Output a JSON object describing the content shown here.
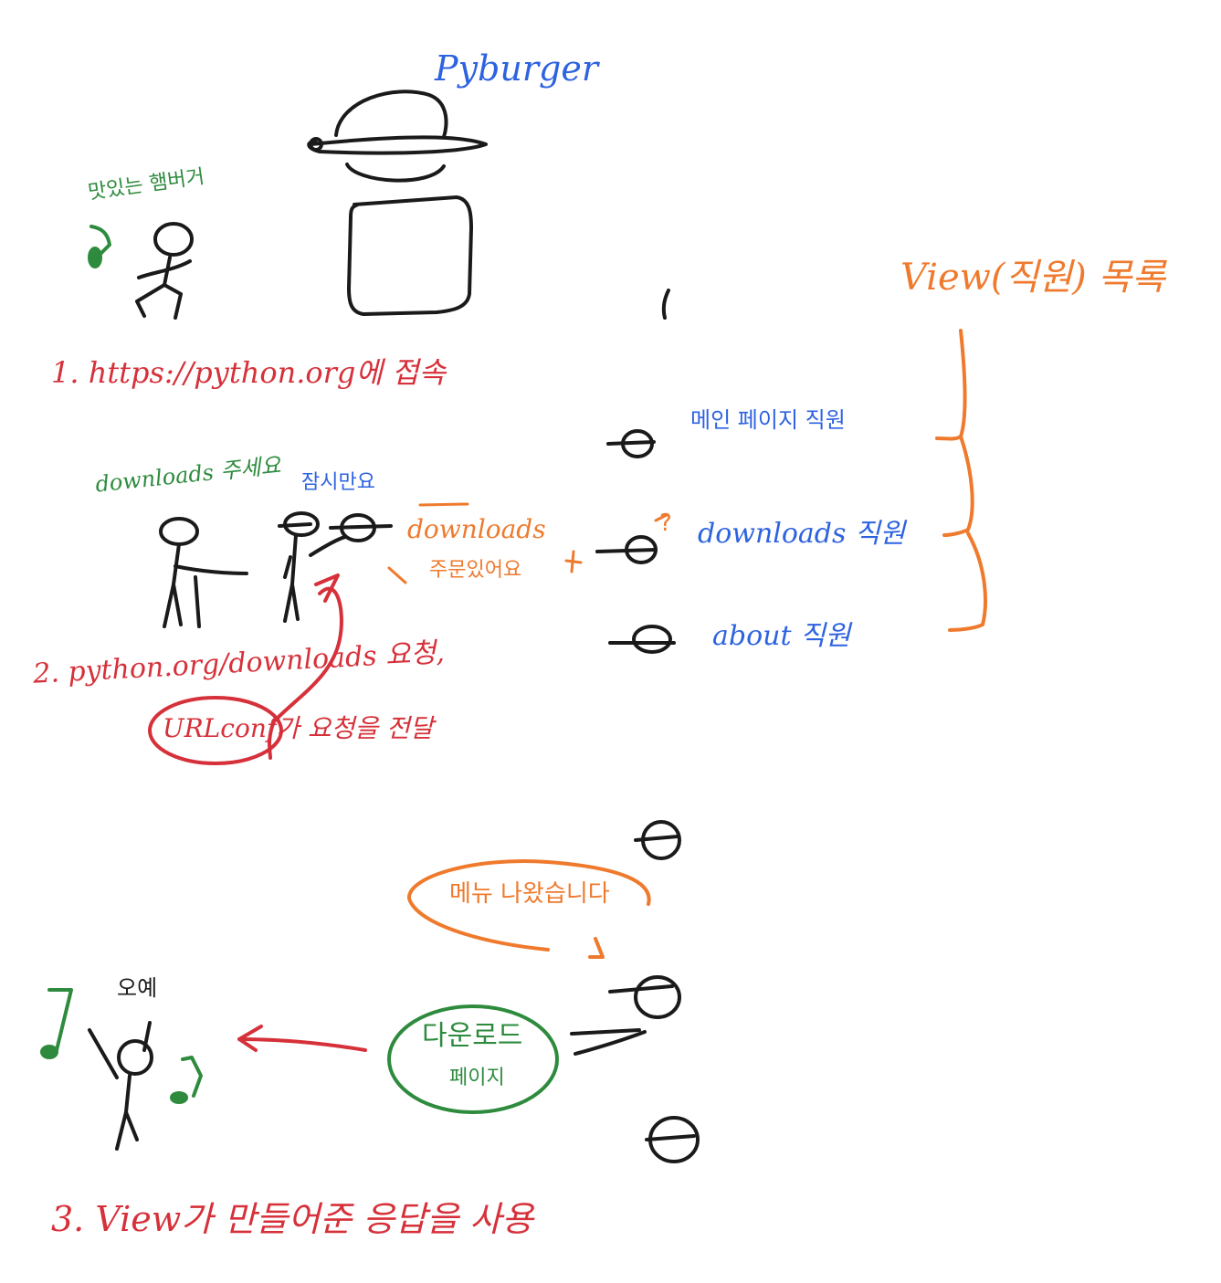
{
  "colors": {
    "ink": "#1a1a1a",
    "blue": "#2e63e0",
    "green": "#2e8b3e",
    "red": "#d6313a",
    "orange": "#ef7a2d"
  },
  "title": "Pyburger",
  "customer_thought": "맛있는 햄버거",
  "step1": "1. https://python.org에 접속",
  "customer_request": "downloads 주세요",
  "clerk_reply": "잠시만요",
  "relay_label": "downloads",
  "relay_label_sub": "주문있어요",
  "step2_line1": "2. python.org/downloads 요청,",
  "step2_line2": "URLconf가 요청을 전달",
  "view_list_title": "View(직원) 목록",
  "view_staff": [
    "메인 페이지 직원",
    "downloads 직원",
    "about 직원"
  ],
  "staff_question_mark": "?",
  "menu_ready": "메뉴 나왔습니다",
  "download_page": [
    "다운로드",
    "페이지"
  ],
  "customer_joy": "오예",
  "step3": "3. View가 만들어준 응답을 사용"
}
